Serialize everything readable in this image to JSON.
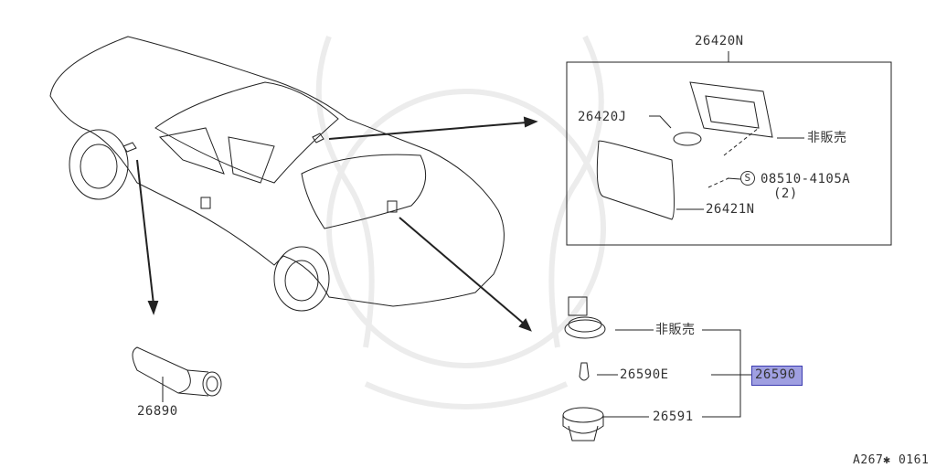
{
  "diagram": {
    "labels": {
      "assembly_top": "26420N",
      "bulb_top": "26420J",
      "not_sold_top": "非販売",
      "screw_symbol": "S",
      "screw": "08510-4105A",
      "screw_qty": "(2)",
      "lens": "26421N",
      "not_sold_bottom": "非販売",
      "bulb_bottom": "26590E",
      "assembly_bottom": "26590",
      "socket": "26591",
      "lamp_left": "26890",
      "figure_code": "A267✱ 0161"
    },
    "highlighted_part": "26590",
    "highlight_color": "#5050c8"
  }
}
